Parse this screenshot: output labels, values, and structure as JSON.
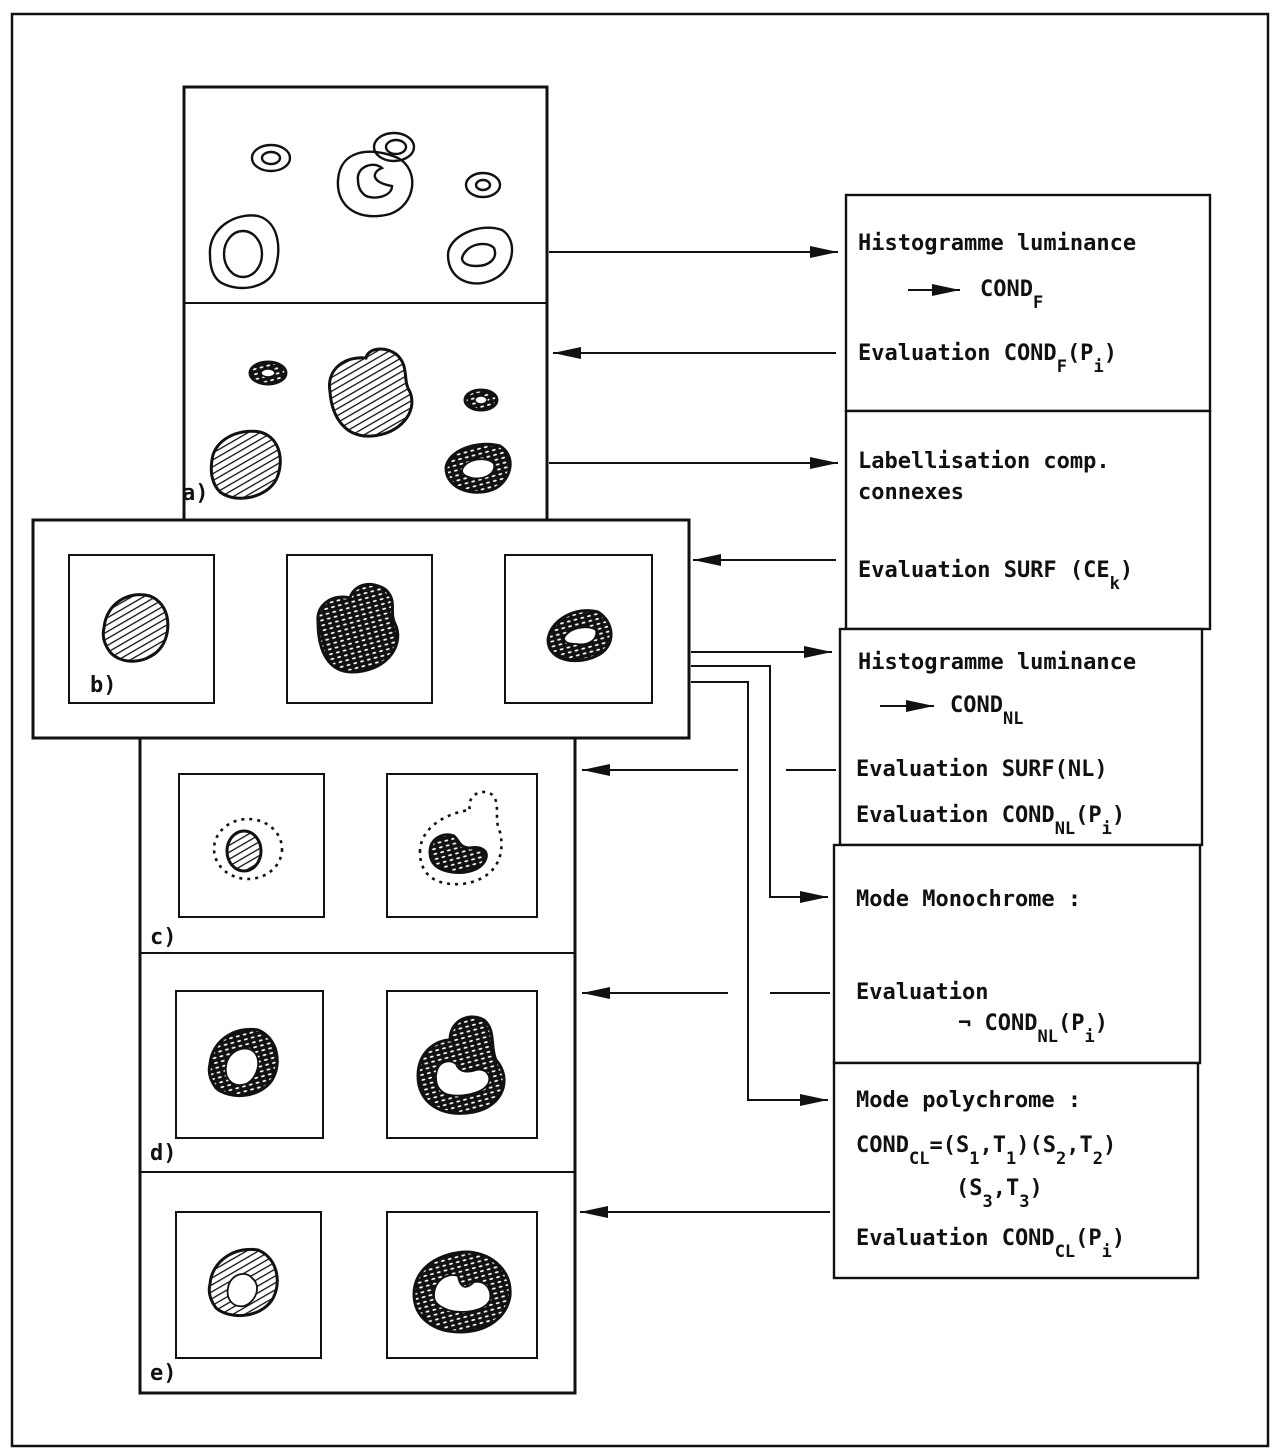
{
  "panels": {
    "a_label": "a)",
    "b_label": "b)",
    "c_label": "c)",
    "d_label": "d)",
    "e_label": "e)"
  },
  "steps": [
    {
      "id": "s1",
      "text": "Histogramme luminance"
    },
    {
      "id": "s2",
      "text": "COND",
      "sub": "F"
    },
    {
      "id": "s3",
      "text": "Evaluation COND",
      "sub": "F",
      "tail": "(P",
      "sub2": "i",
      "tail2": ")"
    },
    {
      "id": "s4",
      "text": "Labellisation comp."
    },
    {
      "id": "s5",
      "text": "connexes"
    },
    {
      "id": "s6",
      "text": "Evaluation SURF (CE",
      "sub": "k",
      "tail": ")"
    },
    {
      "id": "s7",
      "text": "Histogramme luminance"
    },
    {
      "id": "s8",
      "text": "COND",
      "sub": "NL"
    },
    {
      "id": "s9",
      "text": "Evaluation SURF(NL)"
    },
    {
      "id": "s10",
      "text": "Evaluation COND",
      "sub": "NL",
      "tail": "(P",
      "sub2": "i",
      "tail2": ")"
    },
    {
      "id": "s11",
      "text": "Mode Monochrome :"
    },
    {
      "id": "s12",
      "text": "Evaluation"
    },
    {
      "id": "s13",
      "text": "¬ COND",
      "sub": "NL",
      "tail": "(P",
      "sub2": "i",
      "tail2": ")"
    },
    {
      "id": "s14",
      "text": "Mode polychrome :"
    },
    {
      "id": "s15",
      "text": "COND",
      "sub": "CL",
      "tail": "=(S",
      "sub2": "1",
      "tail2": ",T",
      "sub3": "1",
      "tail3": ")(S",
      "sub4": "2",
      "tail4": ",T",
      "sub5": "2",
      "tail5": ")"
    },
    {
      "id": "s16",
      "text": "(S",
      "sub": "3",
      "tail": ",T",
      "sub2": "3",
      "tail2": ")"
    },
    {
      "id": "s17",
      "text": "Evaluation COND",
      "sub": "CL",
      "tail": "(P",
      "sub2": "i",
      "tail2": ")"
    }
  ]
}
